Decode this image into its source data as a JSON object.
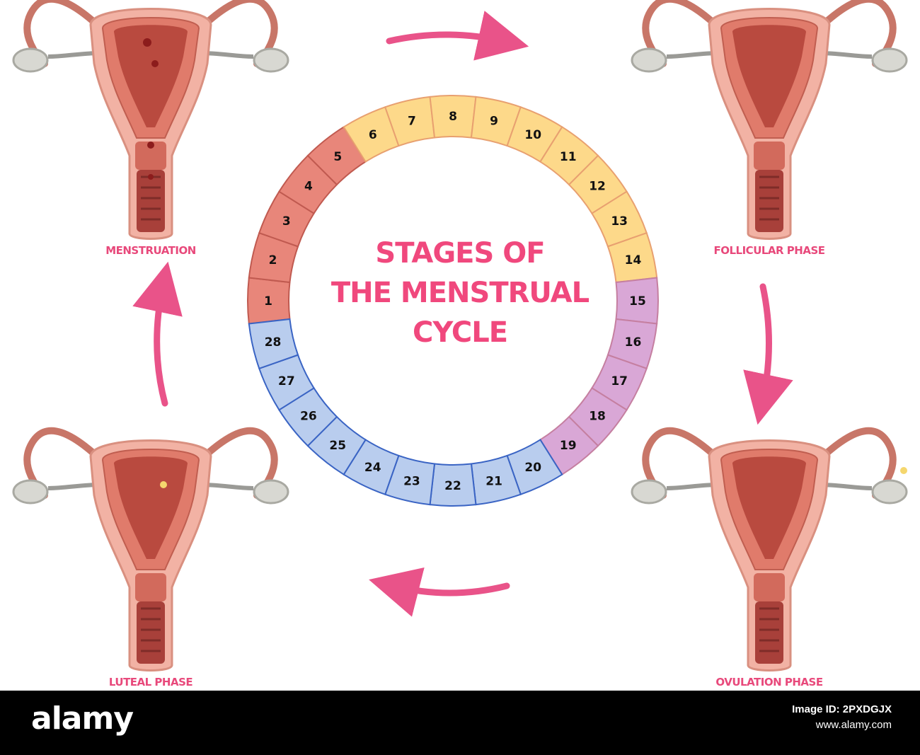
{
  "title": {
    "line1": "STAGES OF",
    "line2": "THE MENSTRUAL",
    "line3": "CYCLE"
  },
  "phases": {
    "menstruation": "MENSTRUATION",
    "follicular": "FOLLICULAR PHASE",
    "ovulation": "OVULATION PHASE",
    "luteal": "LUTEAL PHASE"
  },
  "cycle_days": [
    {
      "day": "1",
      "phase": "menstruation"
    },
    {
      "day": "2",
      "phase": "menstruation"
    },
    {
      "day": "3",
      "phase": "menstruation"
    },
    {
      "day": "4",
      "phase": "menstruation"
    },
    {
      "day": "5",
      "phase": "menstruation"
    },
    {
      "day": "6",
      "phase": "follicular"
    },
    {
      "day": "7",
      "phase": "follicular"
    },
    {
      "day": "8",
      "phase": "follicular"
    },
    {
      "day": "9",
      "phase": "follicular"
    },
    {
      "day": "10",
      "phase": "follicular"
    },
    {
      "day": "11",
      "phase": "follicular"
    },
    {
      "day": "12",
      "phase": "follicular"
    },
    {
      "day": "13",
      "phase": "follicular"
    },
    {
      "day": "14",
      "phase": "follicular"
    },
    {
      "day": "15",
      "phase": "ovulation"
    },
    {
      "day": "16",
      "phase": "ovulation"
    },
    {
      "day": "17",
      "phase": "ovulation"
    },
    {
      "day": "18",
      "phase": "ovulation"
    },
    {
      "day": "19",
      "phase": "ovulation"
    },
    {
      "day": "20",
      "phase": "luteal"
    },
    {
      "day": "21",
      "phase": "luteal"
    },
    {
      "day": "22",
      "phase": "luteal"
    },
    {
      "day": "23",
      "phase": "luteal"
    },
    {
      "day": "24",
      "phase": "luteal"
    },
    {
      "day": "25",
      "phase": "luteal"
    },
    {
      "day": "26",
      "phase": "luteal"
    },
    {
      "day": "27",
      "phase": "luteal"
    },
    {
      "day": "28",
      "phase": "luteal"
    }
  ],
  "colors": {
    "menstruation_fill": "#e8867a",
    "menstruation_stroke": "#c05a50",
    "follicular_fill": "#fdd98a",
    "follicular_stroke": "#e8a070",
    "ovulation_fill": "#d9a7d6",
    "ovulation_stroke": "#c57fa0",
    "luteal_fill": "#b9cdee",
    "luteal_stroke": "#3a64c4",
    "arrow": "#e95389",
    "title": "#f0487d",
    "uterus_outer": "#f2b2a4",
    "uterus_inner": "#b94a3f",
    "ovary": "#d8d8d2"
  },
  "footer": {
    "logo": "alamy",
    "image_id_label": "Image ID: 2PXDGJX",
    "site": "www.alamy.com"
  }
}
